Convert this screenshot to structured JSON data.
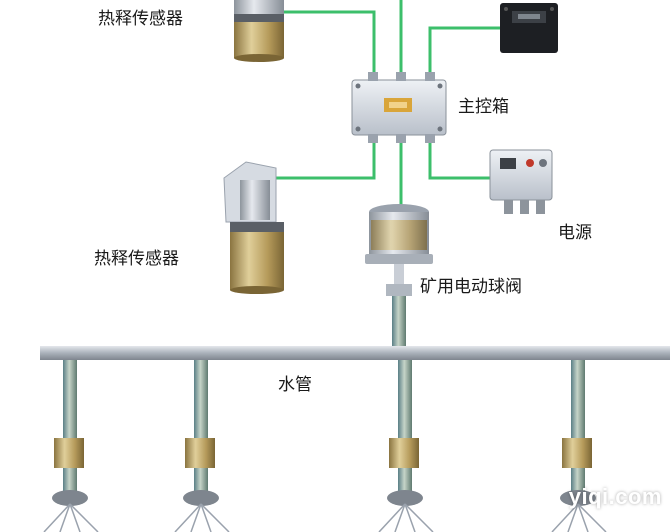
{
  "labels": {
    "sensor_top": "热释传感器",
    "sensor_bottom": "热释传感器",
    "main_box": "主控箱",
    "power": "电源",
    "valve": "矿用电动球阀",
    "water_pipe": "水管"
  },
  "watermark": "yiqi.com",
  "colors": {
    "wire": "#3cbf6b",
    "pipe": "#9aa2ad",
    "brass": "#b8a060",
    "housing": "#c9ced6"
  }
}
